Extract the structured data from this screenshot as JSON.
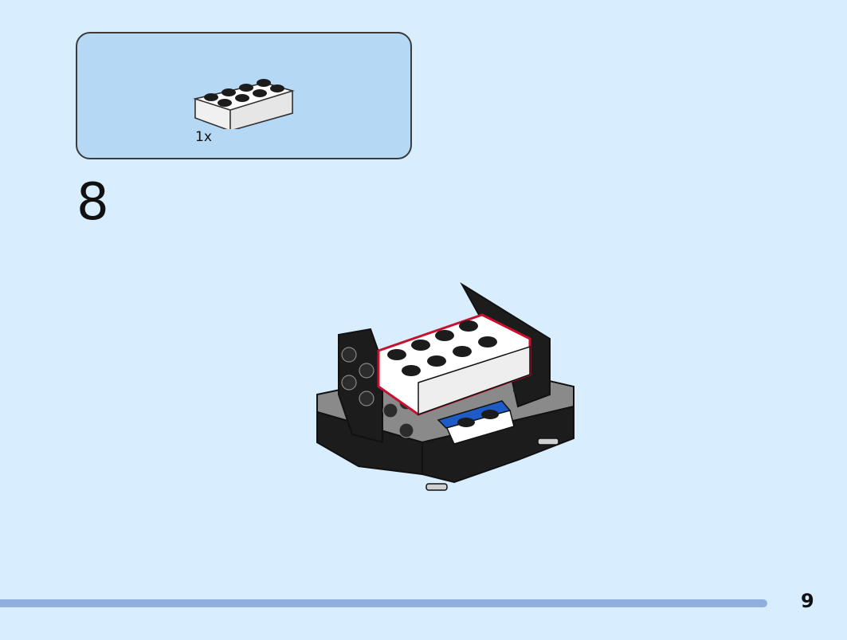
{
  "parts_callout": {
    "part_icon": "white-2x4-brick-icon",
    "quantity": "1x"
  },
  "step": {
    "number": "8"
  },
  "model_icon": "assembled-model-icon",
  "footer": {
    "page_number": "9"
  },
  "colors": {
    "background": "#d8edfd",
    "callout_fill": "#b5d8f5",
    "progress_bar": "#8fb0dd",
    "brick_white": "#ffffff",
    "brick_black": "#1c1c1c",
    "brick_gray": "#8a8a8a",
    "accent_red": "#c8102e",
    "accent_blue": "#1e5bc6"
  }
}
